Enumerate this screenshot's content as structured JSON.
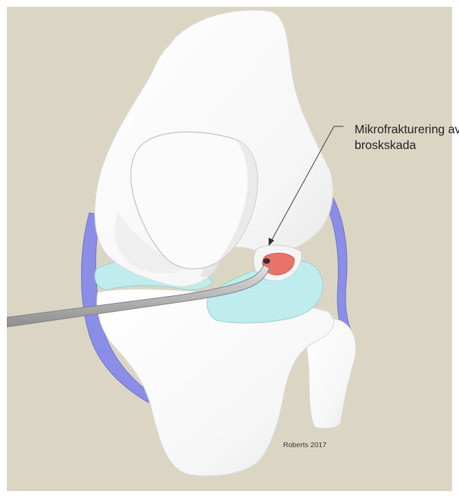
{
  "figure": {
    "annotation_lines": [
      "Mikrofrakturering av",
      "broskskada"
    ],
    "credit": "Roberts 2017"
  },
  "colors": {
    "background": "#dbd6c4",
    "bone": "#fbfbfb",
    "bone_shadow": "#e4e4e4",
    "meniscus": "#bfeced",
    "ligament": "#8b8ee6",
    "lesion": "#e8736a",
    "instrument": "#b9b9b9"
  }
}
